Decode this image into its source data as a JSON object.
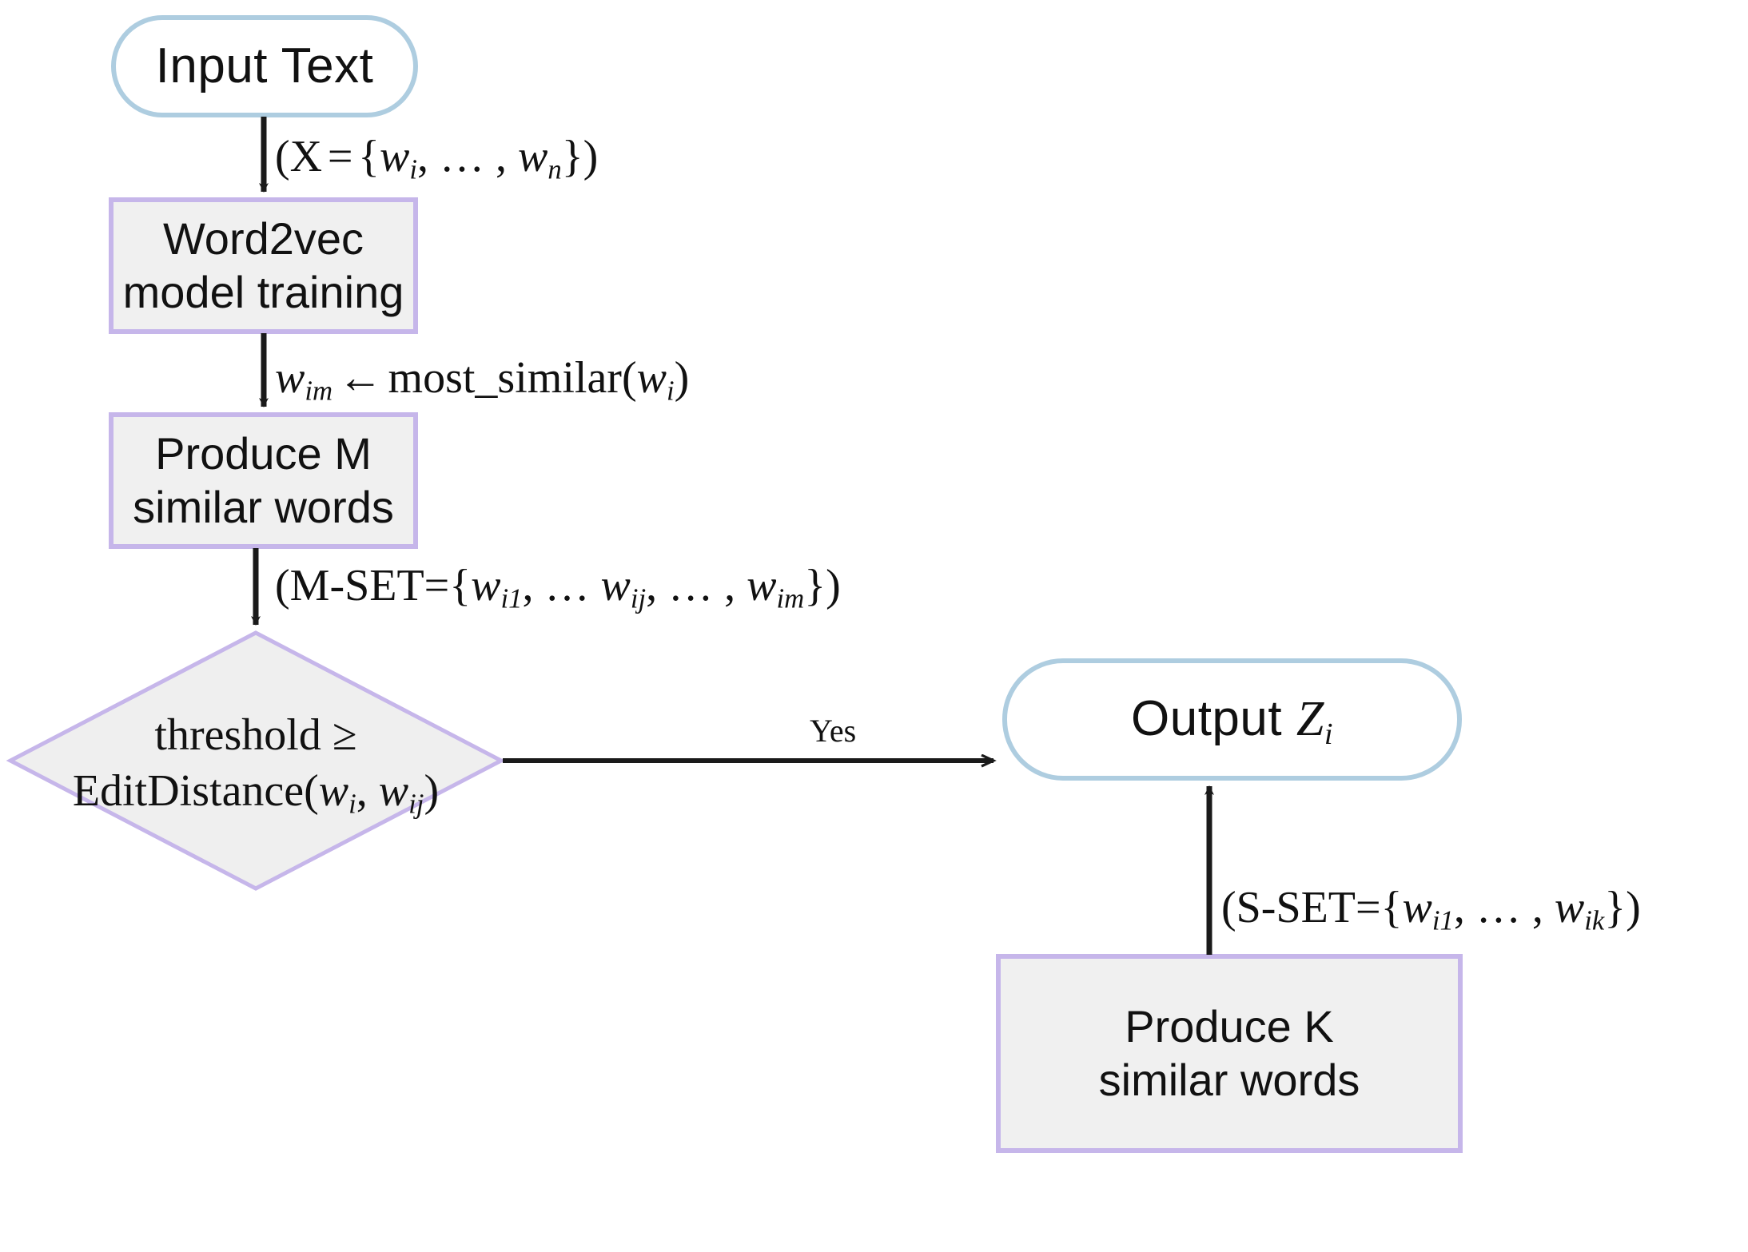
{
  "diagram": {
    "title": "Word2vec similar-word generation flowchart",
    "colors": {
      "terminal_border": "#aecde0",
      "terminal_fill": "#ffffff",
      "process_border": "#c6b6ea",
      "process_fill": "#f0f0f0",
      "decision_border": "#c6b6ea",
      "decision_fill": "#efefef",
      "arrow": "#1a1a1a",
      "text": "#111111"
    },
    "nodes": [
      {
        "id": "input-text",
        "shape": "terminal",
        "label": "Input Text",
        "lines": [
          "Input Text"
        ]
      },
      {
        "id": "word2vec",
        "shape": "process",
        "label": "Word2vec model training",
        "lines": [
          "Word2vec",
          "model training"
        ]
      },
      {
        "id": "produce-m",
        "shape": "process",
        "label": "Produce M similar words",
        "lines": [
          "Produce M",
          "similar words"
        ]
      },
      {
        "id": "threshold-decision",
        "shape": "decision",
        "label": "threshold ≥ EditDistance(wi, wij)",
        "line1_prefix": "threshold ",
        "line1_op": "≥",
        "line2_fn": "EditDistance(",
        "line2_arg1_base": "w",
        "line2_arg1_sub": "i",
        "line2_sep": ", ",
        "line2_arg2_base": "w",
        "line2_arg2_sub": "ij",
        "line2_close": ")"
      },
      {
        "id": "produce-k",
        "shape": "process",
        "label": "Produce K similar words",
        "lines": [
          "Produce K",
          "similar words"
        ]
      },
      {
        "id": "output-z",
        "shape": "terminal",
        "label": "Output Zi",
        "text_prefix": "Output ",
        "var_base": "Z",
        "var_sub": "i"
      }
    ],
    "edges": [
      {
        "id": "edge-input-to-word2vec",
        "from": "input-text",
        "to": "word2vec",
        "direction": "down",
        "label": "(X = {wi, … , wn})",
        "parts": {
          "open": "(X",
          "eq": "=",
          "brace_open": "{",
          "v1_base": "w",
          "v1_sub": "i",
          "comma1": ", … , ",
          "v2_base": "w",
          "v2_sub": "n",
          "brace_close": "})"
        }
      },
      {
        "id": "edge-word2vec-to-produce-m",
        "from": "word2vec",
        "to": "produce-m",
        "direction": "down",
        "label": "wim ← most_similar(wi)",
        "parts": {
          "v1_base": "w",
          "v1_sub": "im",
          "arrow": "←",
          "fn": "most_similar(",
          "v2_base": "w",
          "v2_sub": "i",
          "close": ")"
        }
      },
      {
        "id": "edge-produce-m-to-decision",
        "from": "produce-m",
        "to": "threshold-decision",
        "direction": "down",
        "label": "(M-SET={wi1, … wij, … , wim})",
        "parts": {
          "open": "(M-SET={",
          "v1_base": "w",
          "v1_sub": "i1",
          "sep1": ", … ",
          "v2_base": "w",
          "v2_sub": "ij",
          "sep2": ", … , ",
          "v3_base": "w",
          "v3_sub": "im",
          "close": "})"
        }
      },
      {
        "id": "edge-decision-to-produce-k",
        "from": "threshold-decision",
        "to": "produce-k",
        "direction": "right",
        "label": "Yes"
      },
      {
        "id": "edge-produce-k-to-output",
        "from": "produce-k",
        "to": "output-z",
        "direction": "up",
        "label": "(S-SET={wi1, … , wik})",
        "parts": {
          "open": "(S-SET={",
          "v1_base": "w",
          "v1_sub": "i1",
          "sep1": ", … , ",
          "v2_base": "w",
          "v2_sub": "ik",
          "close": "})"
        }
      }
    ]
  }
}
